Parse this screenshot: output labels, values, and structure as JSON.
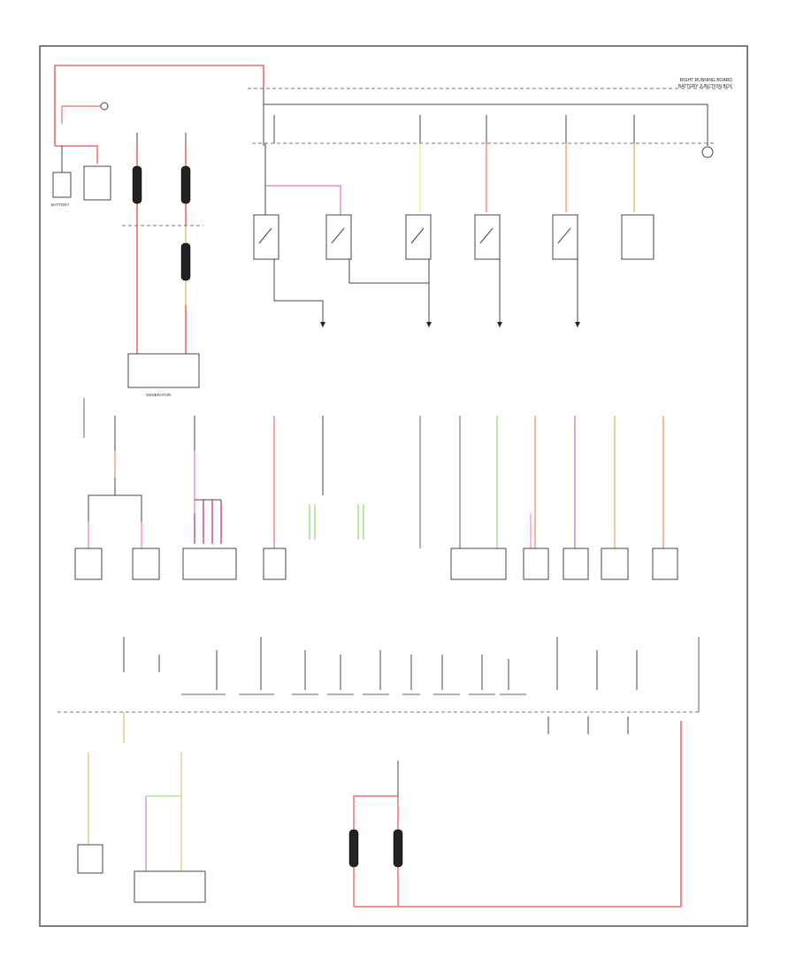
{
  "diagram": {
    "header_line1": "RIGHT RUNNING BOARD",
    "header_line2": "BATTERY JUNCTION BOX",
    "battery_label": "BATTERY",
    "generator_label": "GENERATOR",
    "colors": {
      "red": "#f06a6a",
      "yellow": "#f2ee7a",
      "orange": "#f0a060",
      "tan": "#e0c070",
      "violet": "#c080e8",
      "pink": "#ff88cc",
      "green": "#88dd66",
      "wire": "#444444"
    }
  }
}
